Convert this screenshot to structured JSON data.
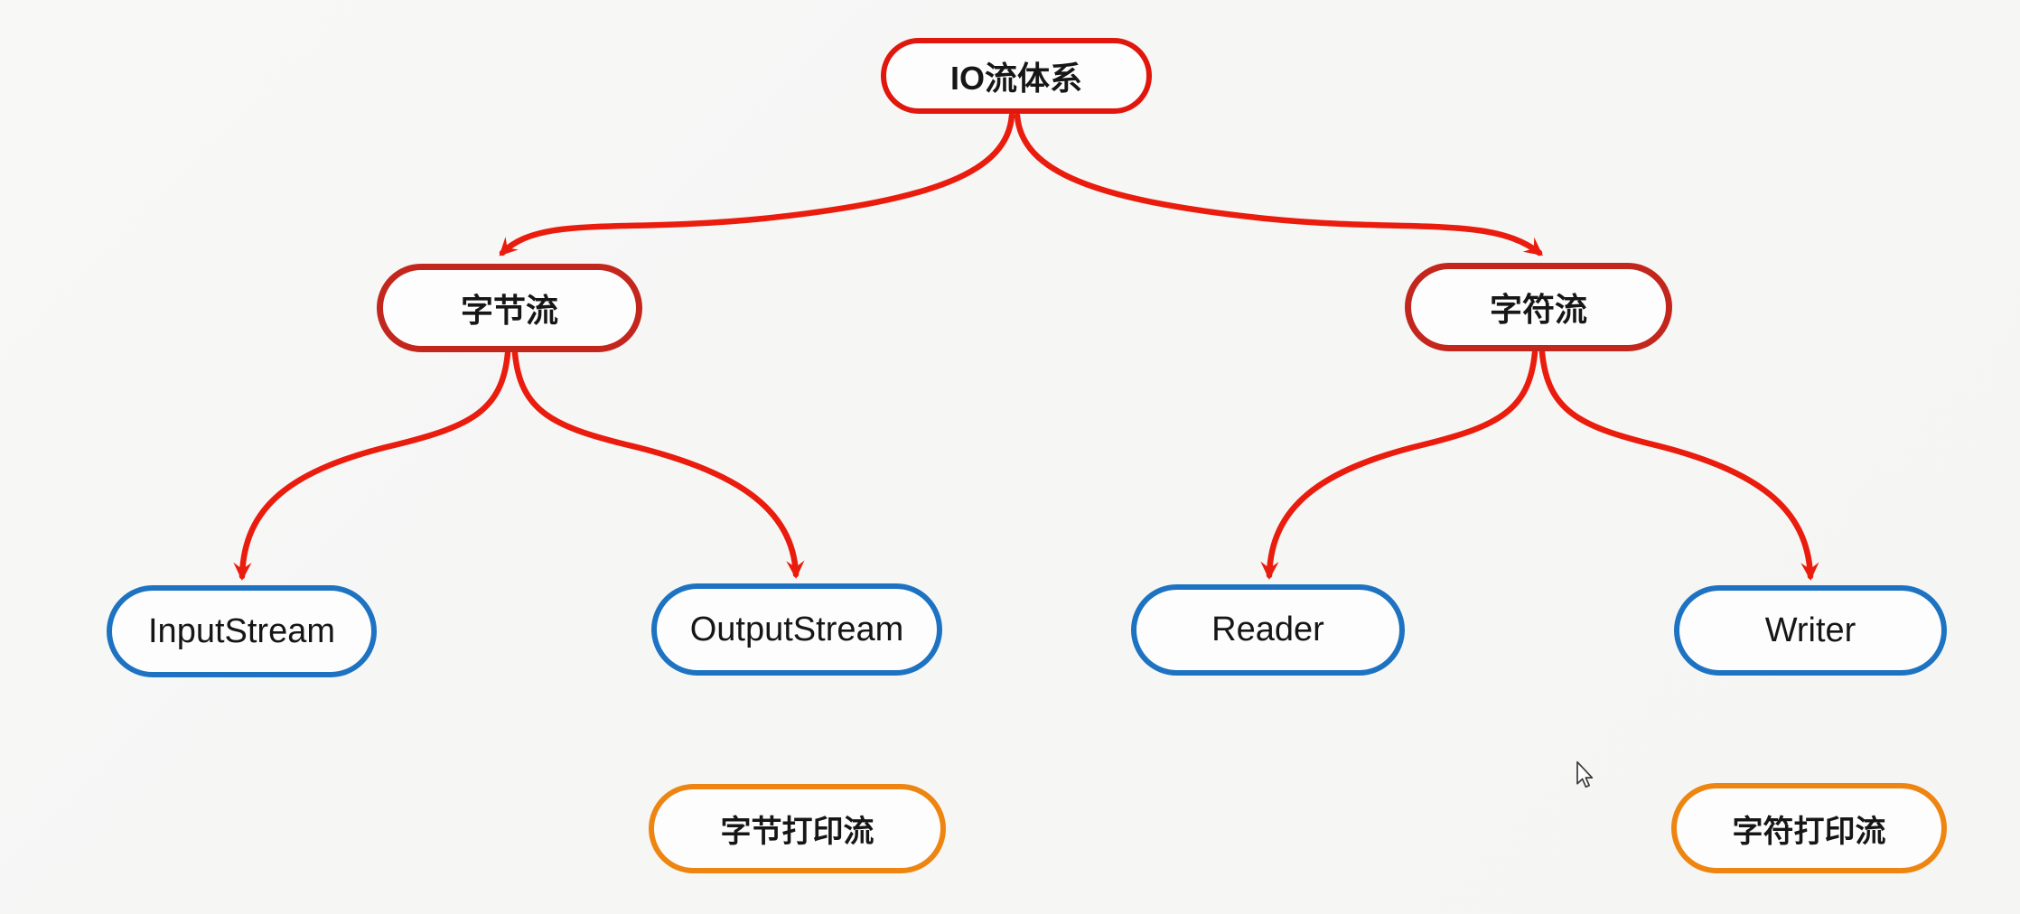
{
  "diagram": {
    "title": "IO流体系",
    "nodes": [
      {
        "id": "io-root",
        "label": "IO流体系",
        "level": "root"
      },
      {
        "id": "byte-stream",
        "label": "字节流",
        "level": "branch"
      },
      {
        "id": "char-stream",
        "label": "字符流",
        "level": "branch"
      },
      {
        "id": "input-stream",
        "label": "InputStream",
        "level": "leaf"
      },
      {
        "id": "output-stream",
        "label": "OutputStream",
        "level": "leaf"
      },
      {
        "id": "reader",
        "label": "Reader",
        "level": "leaf"
      },
      {
        "id": "writer",
        "label": "Writer",
        "level": "leaf"
      },
      {
        "id": "byte-print-stream",
        "label": "字节打印流",
        "level": "extra"
      },
      {
        "id": "char-print-stream",
        "label": "字符打印流",
        "level": "extra"
      }
    ],
    "edges": [
      {
        "from": "IO流体系",
        "to": "字节流"
      },
      {
        "from": "IO流体系",
        "to": "字符流"
      },
      {
        "from": "字节流",
        "to": "InputStream"
      },
      {
        "from": "字节流",
        "to": "OutputStream"
      },
      {
        "from": "字符流",
        "to": "Reader"
      },
      {
        "from": "字符流",
        "to": "Writer"
      }
    ],
    "colors": {
      "root_border": "#e1170e",
      "branch_border": "#c3261c",
      "leaf_border": "#1d73c2",
      "extra_border": "#ee8511",
      "edge": "#ea1c0d",
      "node_fill": "#fdfdfd",
      "background": "#f6f6f5",
      "text": "#161616"
    },
    "cursor": {
      "icon": "mouse-pointer-icon"
    }
  }
}
